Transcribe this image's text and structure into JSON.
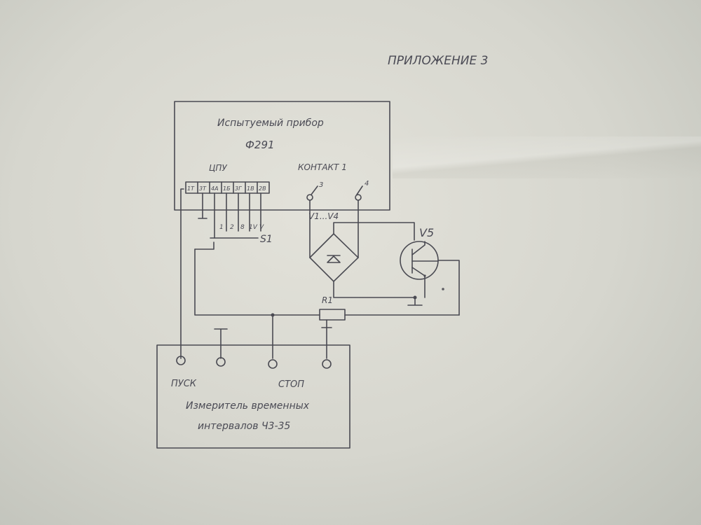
{
  "appendix_title": "ПРИЛОЖЕНИЕ 3",
  "device_under_test": {
    "line1": "Испытуемый прибор",
    "line2": "Ф291",
    "cpu_label": "ЦПУ",
    "contact_label": "КОНТАКТ 1",
    "contact_pins": [
      "3",
      "4"
    ],
    "terminal_block_pins": [
      "1Т",
      "3Т",
      "4А",
      "1Б",
      "3Г",
      "1В",
      "2В"
    ],
    "lead_marks": [
      "1",
      "2",
      "8",
      "1V",
      "V"
    ]
  },
  "components": {
    "switch": "S1",
    "bridge": "V1...V4",
    "transistor": "V5",
    "resistor": "R1"
  },
  "timer_meter": {
    "start_label": "ПУСК",
    "stop_label": "СТОП",
    "line1": "Измеритель временных",
    "line2": "интервалов Ч3-35"
  }
}
